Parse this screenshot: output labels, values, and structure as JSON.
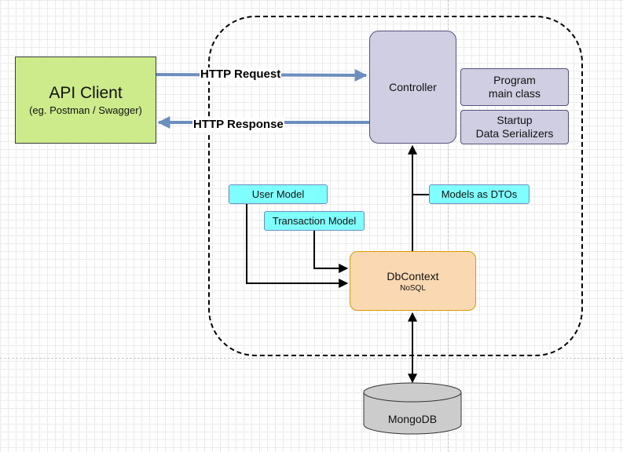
{
  "api_client": {
    "title": "API Client",
    "subtitle": "(eg. Postman / Swagger)"
  },
  "http": {
    "request": "HTTP Request",
    "response": "HTTP Response"
  },
  "controller": {
    "label": "Controller"
  },
  "program": {
    "line1": "Program",
    "line2": "main class"
  },
  "startup": {
    "line1": "Startup",
    "line2": "Data Serializers"
  },
  "models": {
    "user": "User Model",
    "transaction": "Transaction Model",
    "dtos": "Models as DTOs"
  },
  "dbcontext": {
    "title": "DbContext",
    "subtitle": "NoSQL"
  },
  "database": {
    "label": "MongoDB"
  },
  "colors": {
    "api_fill": "#cdeb8b",
    "controller_fill": "#d0cee2",
    "model_tag_fill": "#80ffff",
    "dbcontext_fill": "#fad9b2",
    "database_fill": "#cccccc",
    "http_arrow": "#6c8ebf"
  }
}
